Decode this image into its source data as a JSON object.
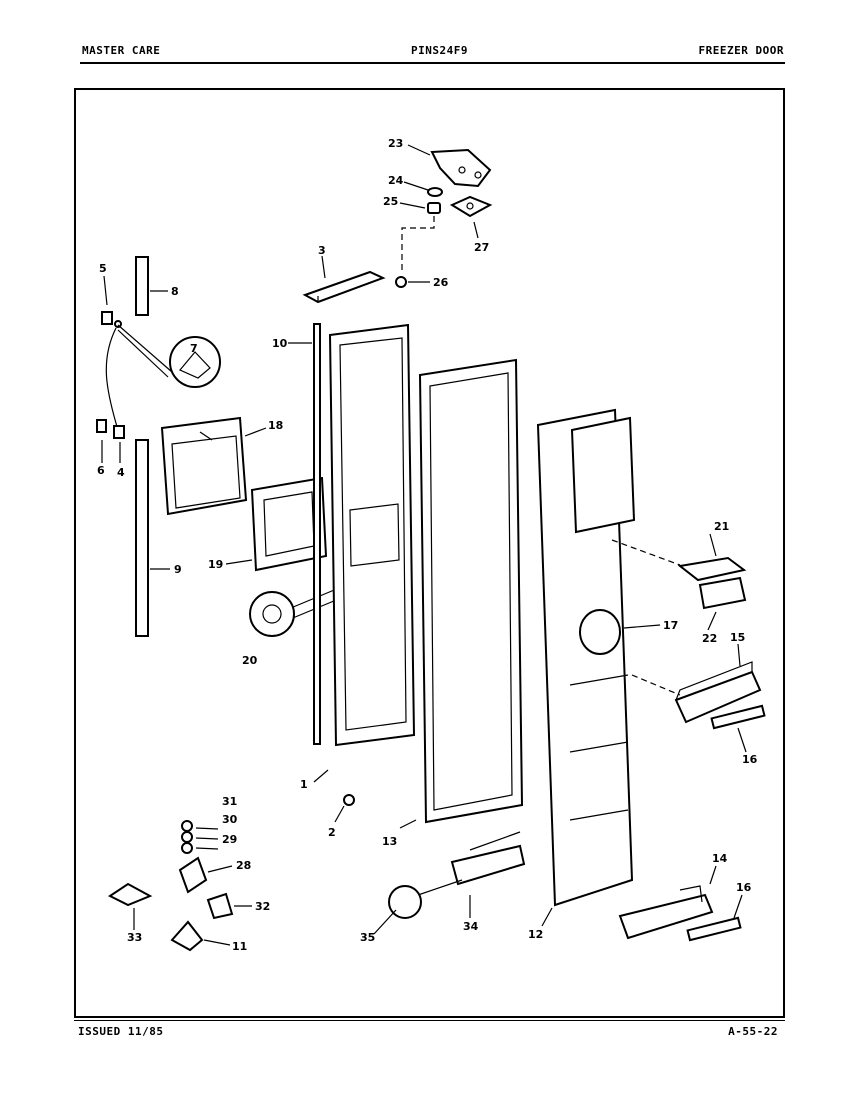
{
  "header": {
    "left": "MASTER CARE",
    "center": "PINS24F9",
    "right": "FREEZER DOOR"
  },
  "footer": {
    "left": "ISSUED 11/85",
    "right": "A-55-22"
  },
  "callouts": {
    "c1": "1",
    "c2": "2",
    "c3": "3",
    "c4": "4",
    "c5": "5",
    "c6": "6",
    "c7": "7",
    "c8": "8",
    "c9": "9",
    "c10": "10",
    "c11": "11",
    "c12": "12",
    "c13": "13",
    "c14": "14",
    "c15": "15",
    "c16a": "16",
    "c16b": "16",
    "c17": "17",
    "c18": "18",
    "c19": "19",
    "c20": "20",
    "c21": "21",
    "c22": "22",
    "c23": "23",
    "c24": "24",
    "c25": "25",
    "c26": "26",
    "c27": "27",
    "c28": "28",
    "c29": "29",
    "c30": "30",
    "c31": "31",
    "c32": "32",
    "c33": "33",
    "c34": "34",
    "c35": "35"
  }
}
